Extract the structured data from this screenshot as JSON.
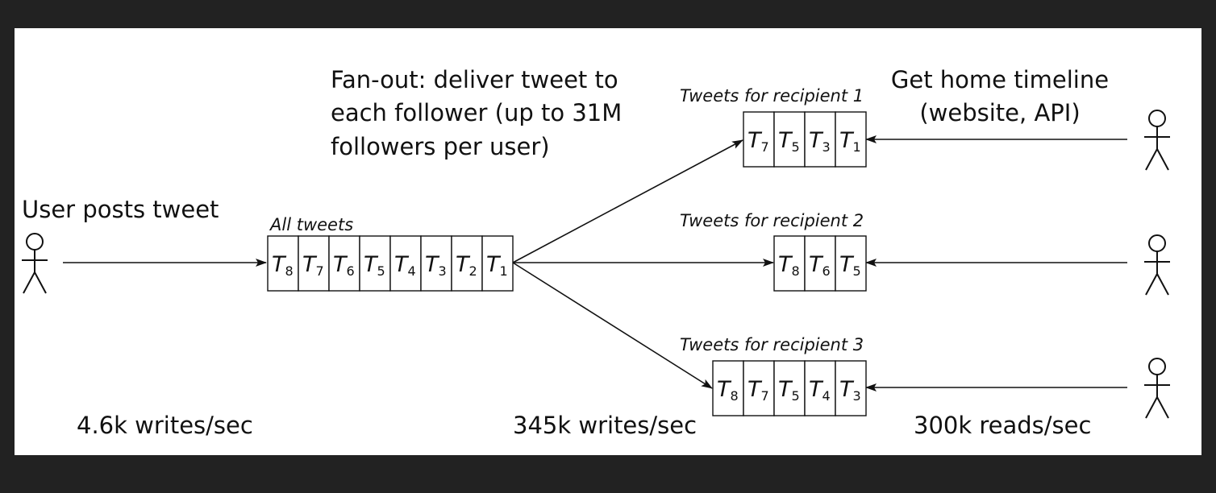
{
  "labels": {
    "user_posts": "User posts tweet",
    "fanout": [
      "Fan-out: deliver tweet to",
      "each follower (up to 31M",
      "followers per user)"
    ],
    "timeline": [
      "Get home timeline",
      "(website, API)"
    ],
    "all_tweets": "All tweets",
    "recipient_1": "Tweets for recipient 1",
    "recipient_2": "Tweets for recipient 2",
    "recipient_3": "Tweets for recipient 3",
    "writes_in": "4.6k writes/sec",
    "writes_fanout": "345k writes/sec",
    "reads": "300k reads/sec"
  },
  "queues": {
    "all": [
      "8",
      "7",
      "6",
      "5",
      "4",
      "3",
      "2",
      "1"
    ],
    "recipient_1": [
      "7",
      "5",
      "3",
      "1"
    ],
    "recipient_2": [
      "8",
      "6",
      "5"
    ],
    "recipient_3": [
      "8",
      "7",
      "5",
      "4",
      "3"
    ]
  },
  "cell_letter": "T",
  "actors": [
    "poster",
    "reader-1",
    "reader-2",
    "reader-3"
  ],
  "colors": {
    "background": "#222222",
    "panel": "#ffffff",
    "ink": "#111111"
  }
}
